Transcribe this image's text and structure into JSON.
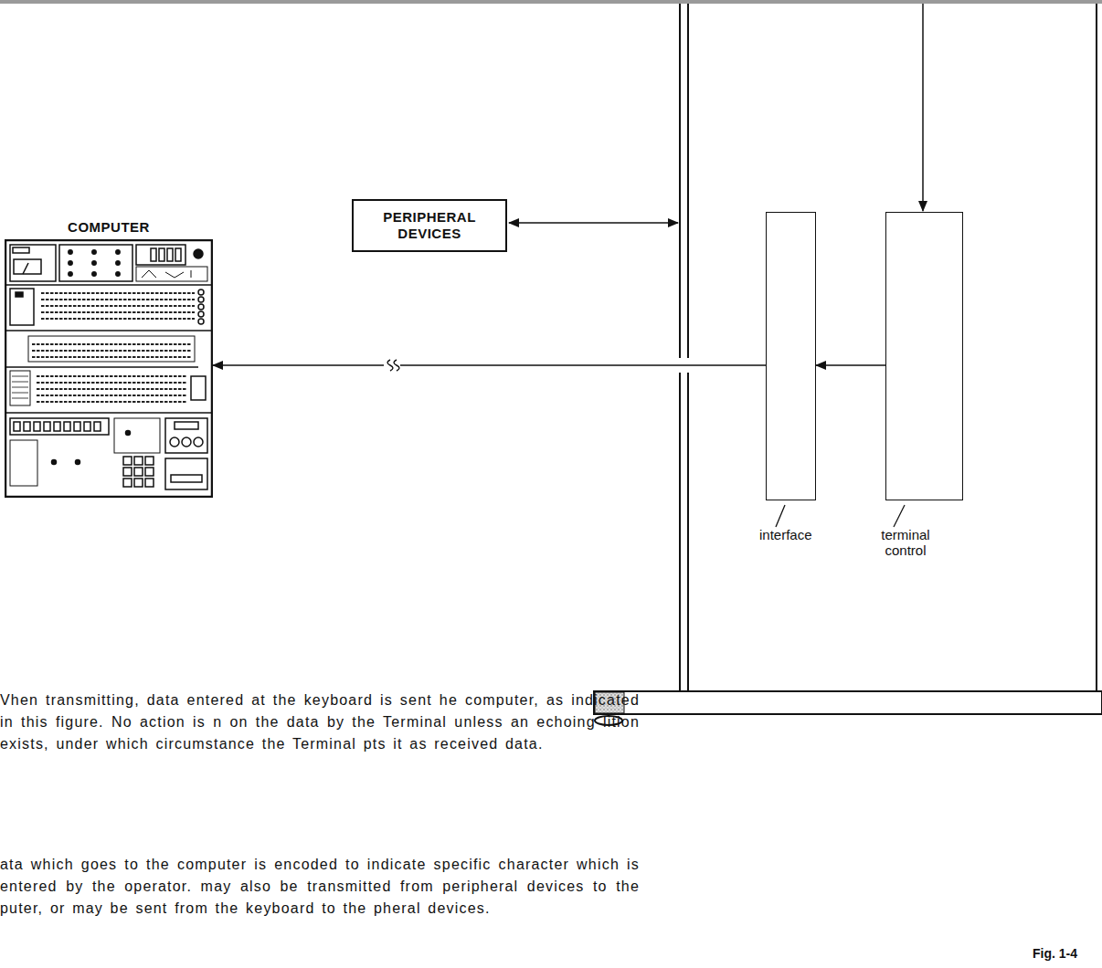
{
  "diagram": {
    "caption": "Fig. 1-4",
    "nodes": [
      {
        "text": [
          "COMPUTER"
        ]
      },
      {
        "text": [
          "PERIPHERAL DEVICES"
        ]
      },
      {
        "text": [
          "interface"
        ]
      },
      {
        "text": [
          "terminal control"
        ]
      }
    ],
    "edges": [
      {
        "from": 3,
        "to": 2,
        "arrow": "to"
      },
      {
        "from": 2,
        "to": 0,
        "arrow": "to"
      }
    ],
    "labels": [
      "Vhen transmitting, data entered at the keyboard is sent he computer, as indicated in this figure. No action is n on the data by the Terminal unless an echoing lition exists, under which circumstance the Terminal pts it as received data.",
      "ata which goes to the computer is encoded to indicate specific character which is entered by the operator. may also be transmitted from peripheral devices to the puter, or may be sent from the keyboard to the pheral devices."
    ]
  }
}
